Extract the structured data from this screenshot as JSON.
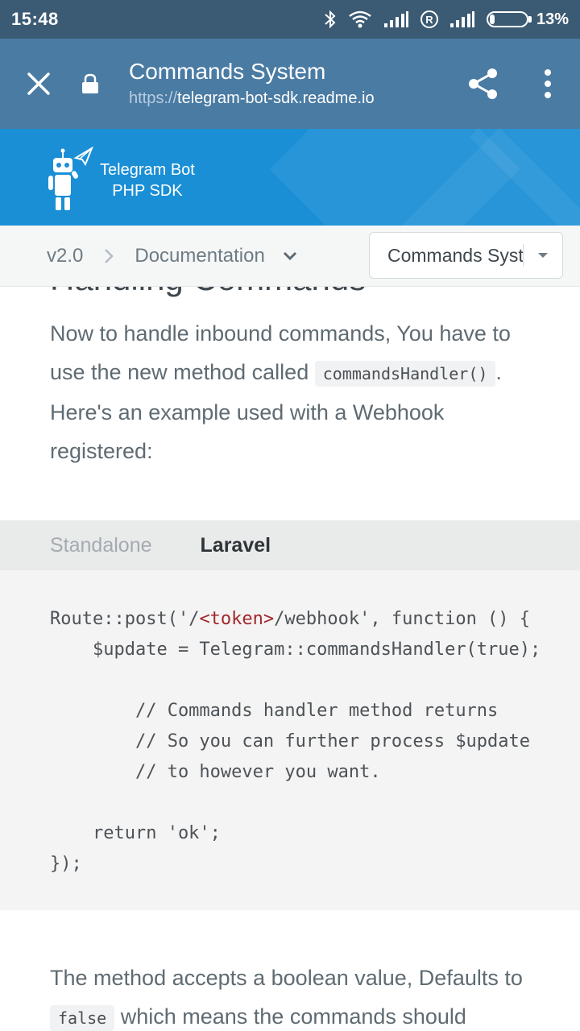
{
  "status_bar": {
    "time": "15:48",
    "battery_percent": "13%",
    "roaming_badge": "R",
    "icons": [
      "bluetooth-icon",
      "wifi-icon",
      "signal-icon",
      "roaming-icon",
      "signal-icon",
      "battery-icon"
    ]
  },
  "browser": {
    "title": "Commands System",
    "url_scheme": "https://",
    "url_host": "telegram-bot-sdk.readme.io",
    "icons": [
      "close-icon",
      "lock-icon",
      "share-icon",
      "more-vert-icon"
    ]
  },
  "banner": {
    "logo_line1": "Telegram Bot",
    "logo_line2": "PHP SDK",
    "background": "#1a8fd6"
  },
  "breadcrumbs": {
    "version": "v2.0",
    "section": "Documentation",
    "page_select_value": "Commands System"
  },
  "content": {
    "heading": "Handling Commands",
    "para1_before": "Now to handle inbound commands, You have to use the new method called ",
    "para1_code": "commandsHandler()",
    "para1_after": ". Here's an example used with a Webhook registered:",
    "tabs": [
      {
        "label": "Standalone",
        "active": false
      },
      {
        "label": "Laravel",
        "active": true
      }
    ],
    "code": {
      "line1_a": "Route::post('/",
      "line1_token": "<token>",
      "line1_b": "/webhook', function () {",
      "line2": "    $update = Telegram::commandsHandler(true);",
      "line3": "",
      "line4": "        // Commands handler method returns",
      "line5": "        // So you can further process $update",
      "line6": "        // to however you want.",
      "line7": "",
      "line8": "    return 'ok';",
      "line9": "});"
    },
    "para2_before": "The method accepts a boolean value, Defaults to ",
    "para2_code": "false",
    "para2_after": " which means the commands should"
  },
  "colors": {
    "status_bar": "#3b5a73",
    "toolbar": "#4a7ba3",
    "token": "#a3272b"
  }
}
